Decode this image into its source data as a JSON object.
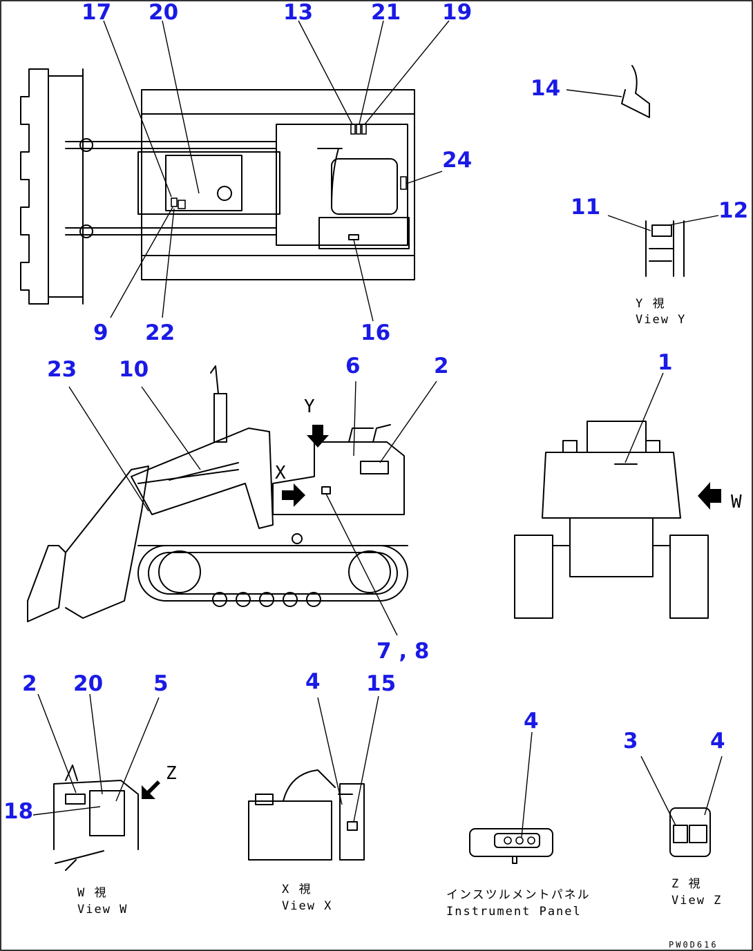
{
  "callouts": {
    "n17": "17",
    "n20a": "20",
    "n13": "13",
    "n21": "21",
    "n19": "19",
    "n14": "14",
    "n24": "24",
    "n11": "11",
    "n12": "12",
    "n9": "9",
    "n22": "22",
    "n16": "16",
    "n23": "23",
    "n10": "10",
    "n6": "6",
    "n2a": "2",
    "n1": "1",
    "n7_8": "7 , 8",
    "n2b": "2",
    "n20b": "20",
    "n5": "5",
    "n18": "18",
    "n4a": "4",
    "n15": "15",
    "n4b": "4",
    "n3": "3",
    "n4c": "4"
  },
  "arrows": {
    "y": "Y",
    "x": "X",
    "w": "W",
    "z": "Z"
  },
  "views": {
    "view_y_jp": "Y 視",
    "view_y": "View Y",
    "view_w_jp": "W 視",
    "view_w": "View W",
    "view_x_jp": "X 視",
    "view_x": "View X",
    "panel_jp": "インスツルメントパネル",
    "panel": "Instrument Panel",
    "view_z_jp": "Z 視",
    "view_z": "View Z"
  },
  "drawing_id": "PW0D616"
}
